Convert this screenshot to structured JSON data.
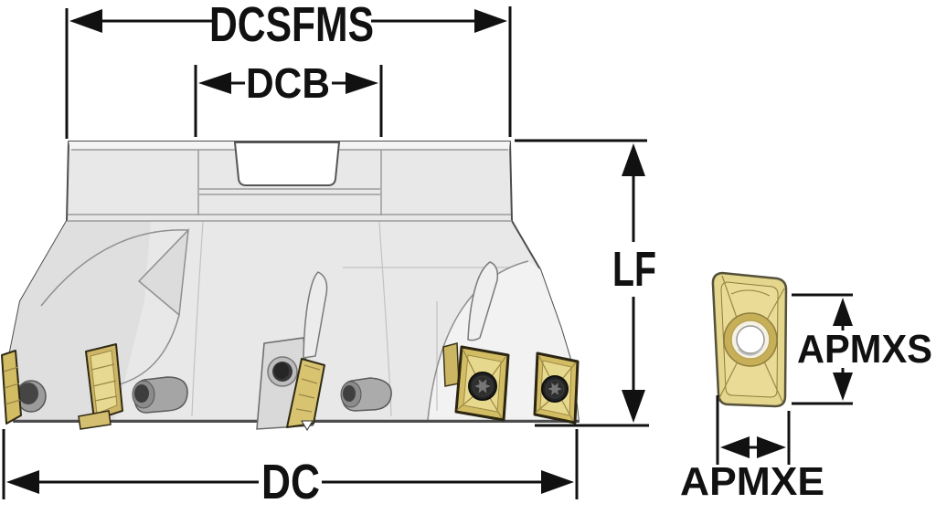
{
  "figure": {
    "kind": "technical dimension drawing",
    "background": "#ffffff"
  },
  "labels": {
    "dcsfms": "DCSFMS",
    "dcb": "DCB",
    "lf": "LF",
    "dc": "DC",
    "apmxs": "APMXS",
    "apmxe": "APMXE"
  },
  "colors": {
    "dimension_ink": "#111111",
    "body_gray": "#e8e8e8",
    "body_light": "#f2f2f2",
    "body_shade": "#dedede",
    "insert_gold": "#d2bd65",
    "insert_gold_light": "#e6d88c",
    "insert_gold_detail": "#e4d68c",
    "screw_dark": "#232323",
    "nozzle_gray": "#a5a5a5",
    "outline": "#4d4d4d"
  }
}
